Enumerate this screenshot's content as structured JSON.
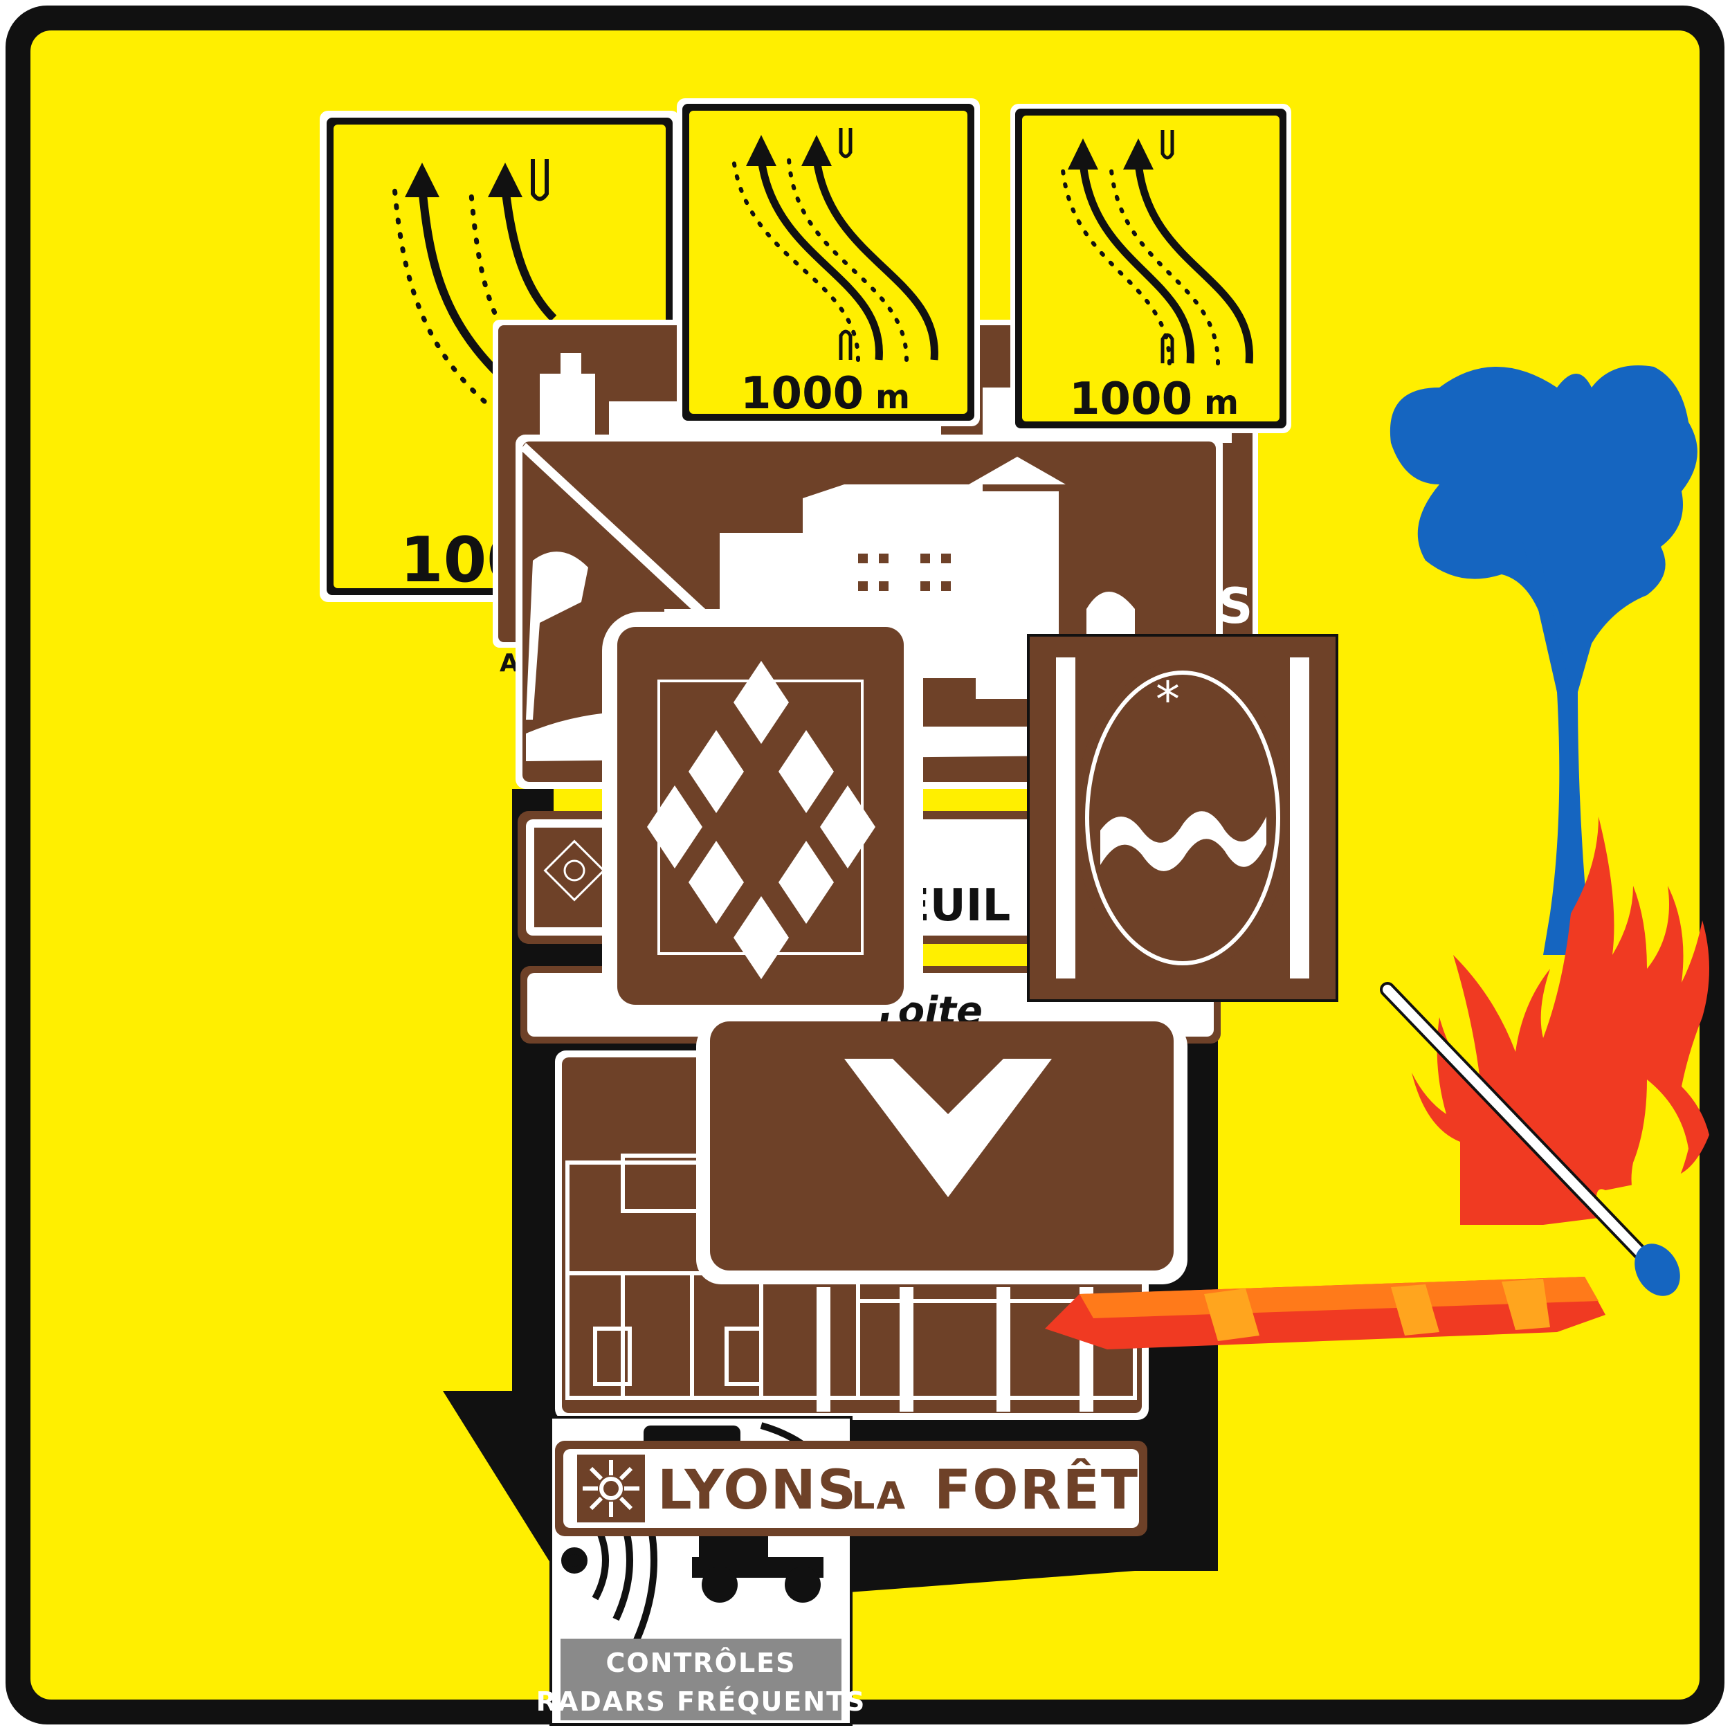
{
  "colors": {
    "background_yellow": "#FFEF00",
    "border_black": "#111111",
    "tourism_brown": "#6E4128",
    "tree_blue": "#1565C0",
    "fire_red": "#F03A22",
    "barrier_orange": "#FF7A1A",
    "radar_grey": "#8A8A8A"
  },
  "signs": {
    "lane_sign_left": {
      "distance": "100"
    },
    "lane_sign_center": {
      "distance": "1000",
      "unit": "m"
    },
    "lane_sign_right": {
      "distance": "1000",
      "unit": "m"
    },
    "direction_fragment": {
      "text": "EUIL"
    },
    "fragment_a": {
      "text": "A"
    },
    "fragment_s": {
      "text": "S"
    },
    "road_type": {
      "text": "roite"
    },
    "town_name": {
      "main": "LYONS",
      "article": "LA",
      "name": "FORÊT"
    },
    "radar": {
      "line1": "CONTRÔLES",
      "line2": "RADARS FRÉQUENTS"
    }
  },
  "icons": [
    "lane-shift-arrows-icon",
    "castle-pictogram-icon",
    "diamond-pattern-icon",
    "cheese-pictogram-icon",
    "down-arrow-icon",
    "half-timbered-house-icon",
    "sunburst-logo-icon",
    "radar-truck-icon",
    "tree-icon",
    "flame-icon",
    "match-icon",
    "road-barrier-icon"
  ]
}
